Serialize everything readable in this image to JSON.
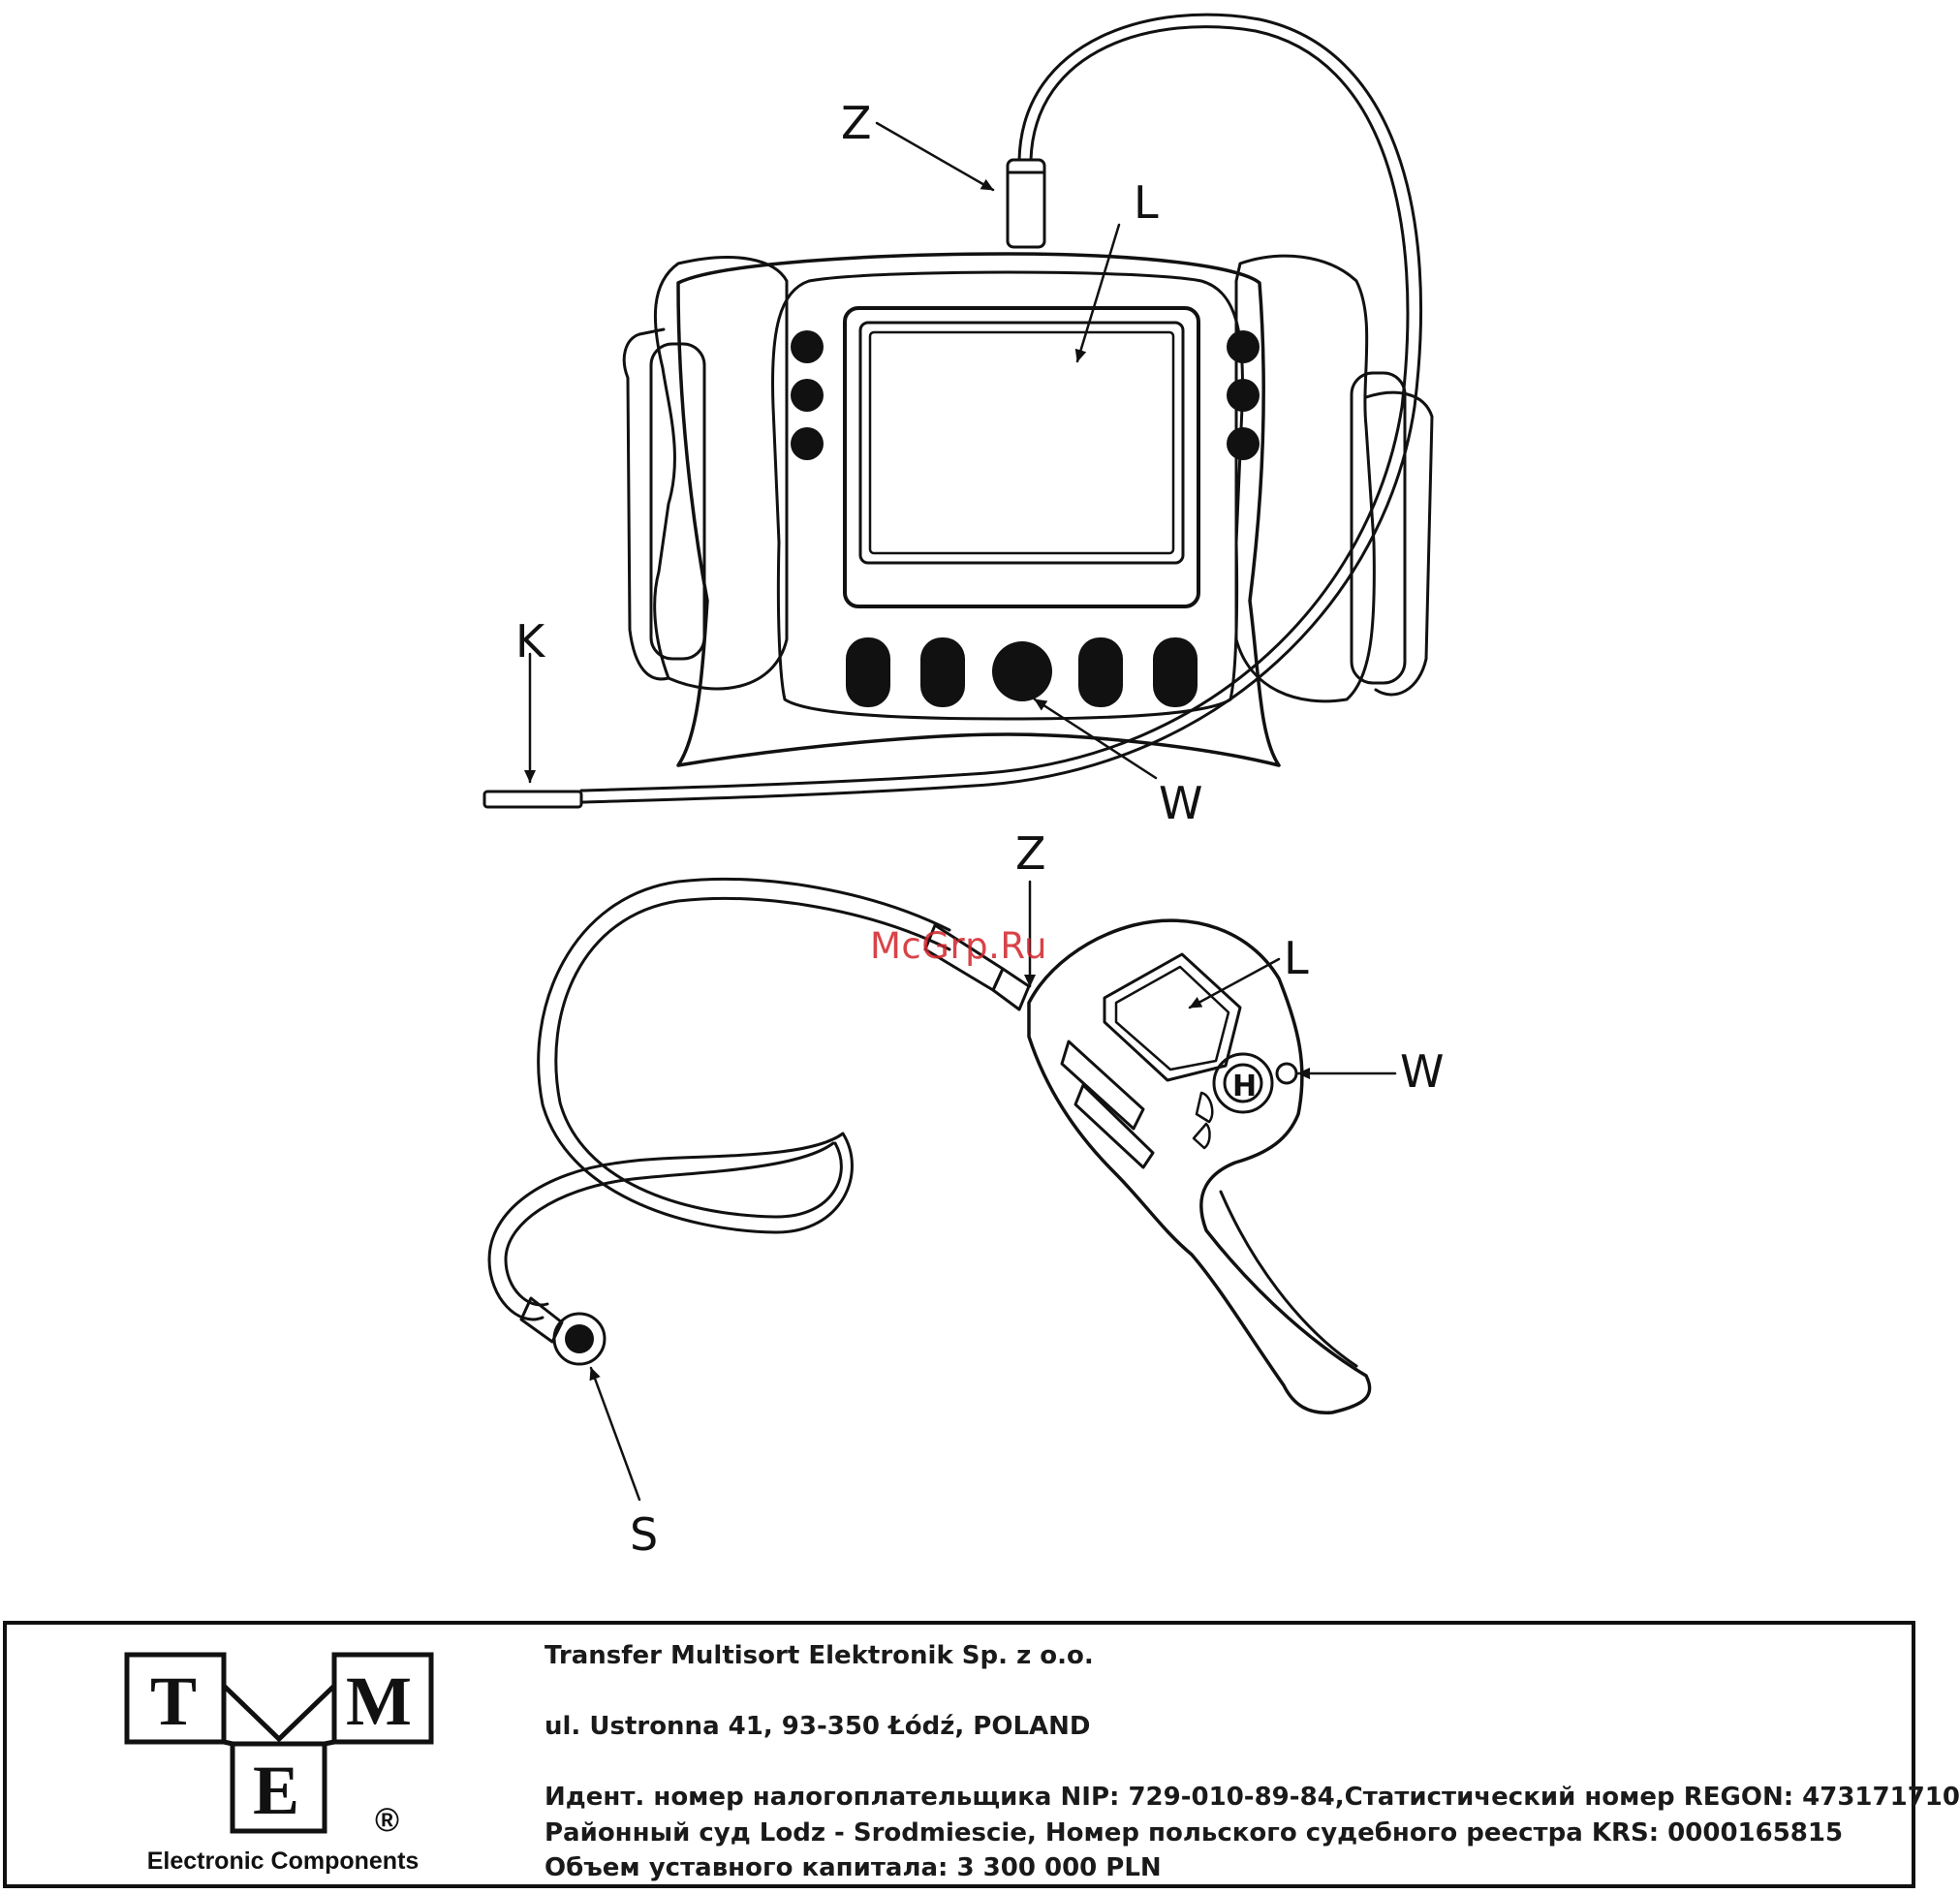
{
  "figure": {
    "top_callouts": {
      "z": "Z",
      "l": "L",
      "k": "K",
      "w": "W"
    },
    "bottom_callouts": {
      "z": "Z",
      "l": "L",
      "w": "W",
      "s": "S"
    }
  },
  "watermark": "McGrp.Ru",
  "footer": {
    "logo": {
      "letters": [
        "T",
        "M",
        "E"
      ],
      "registered": "®",
      "caption": "Electronic Components"
    },
    "company_name": "Transfer Multisort Elektronik Sp. z o.o.",
    "address": "ul. Ustronna 41, 93-350 Łódź, POLAND",
    "tax_line": "Идент. номер налогоплательщика NIP: 729-010-89-84,Статистический номер REGON: 473171710",
    "court_line": "Районный суд Lodz - Srodmiescie, Номер польского судебного реестра KRS: 0000165815",
    "capital_line": "Объем уставного капитала: 3 300 000 PLN"
  }
}
